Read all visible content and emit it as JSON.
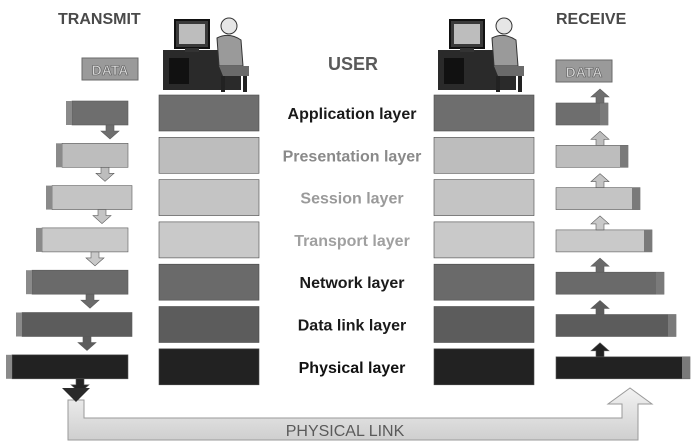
{
  "header": {
    "transmit_label": "TRANSMIT",
    "receive_label": "RECEIVE",
    "user_label": "USER"
  },
  "data_box_label": "DATA",
  "layers": [
    {
      "name": "Application layer",
      "tone": "#6e6e6e",
      "text_color": "#1a1a1a"
    },
    {
      "name": "Presentation layer",
      "tone": "#bdbdbd",
      "text_color": "#8a8a8a"
    },
    {
      "name": "Session layer",
      "tone": "#c4c4c4",
      "text_color": "#9a9a9a"
    },
    {
      "name": "Transport layer",
      "tone": "#c9c9c9",
      "text_color": "#a0a0a0"
    },
    {
      "name": "Network layer",
      "tone": "#6a6a6a",
      "text_color": "#1a1a1a"
    },
    {
      "name": "Data link layer",
      "tone": "#5c5c5c",
      "text_color": "#1a1a1a"
    },
    {
      "name": "Physical layer",
      "tone": "#222222",
      "text_color": "#111111"
    }
  ],
  "footer": {
    "physical_link_label": "PHYSICAL LINK"
  },
  "icons": [
    "computer-user-icon-left",
    "computer-user-icon-right",
    "down-arrow-icon",
    "up-arrow-icon"
  ]
}
